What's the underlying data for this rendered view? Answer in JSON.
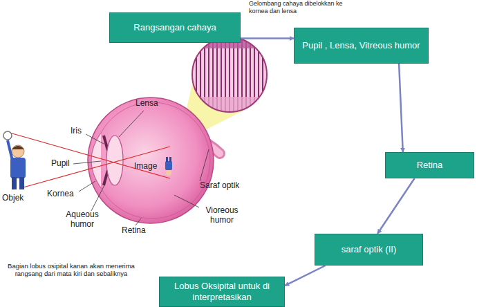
{
  "diagram": {
    "nodes": [
      {
        "text": [
          "Rangsangan cahaya"
        ]
      },
      {
        "text": [
          "Pupil , Lensa, Vitreous humor"
        ]
      },
      {
        "text": [
          "Retina"
        ]
      },
      {
        "text": [
          "saraf optik (II)"
        ]
      },
      {
        "text": [
          "Lobus Oksipital untuk di interpretasikan"
        ]
      }
    ],
    "edges": [
      {
        "from": 0,
        "to": 1,
        "arrow": "to",
        "label": "Gelombang cahaya dibelokkan ke kornea dan lensa"
      },
      {
        "from": 1,
        "to": 2,
        "arrow": "to"
      },
      {
        "from": 2,
        "to": 3,
        "arrow": "to"
      },
      {
        "from": 3,
        "to": 4,
        "arrow": "to"
      }
    ],
    "labels": [
      "Lensa",
      "Iris",
      "Pupil",
      "Image",
      "Saraf optik",
      "Objek",
      "Kornea",
      "Aqueous humor",
      "Retina",
      "Vioreous humor",
      "Bagian lobus osipital kanan akan menerima rangsang dari mata kiri dan sebaliknya"
    ]
  }
}
